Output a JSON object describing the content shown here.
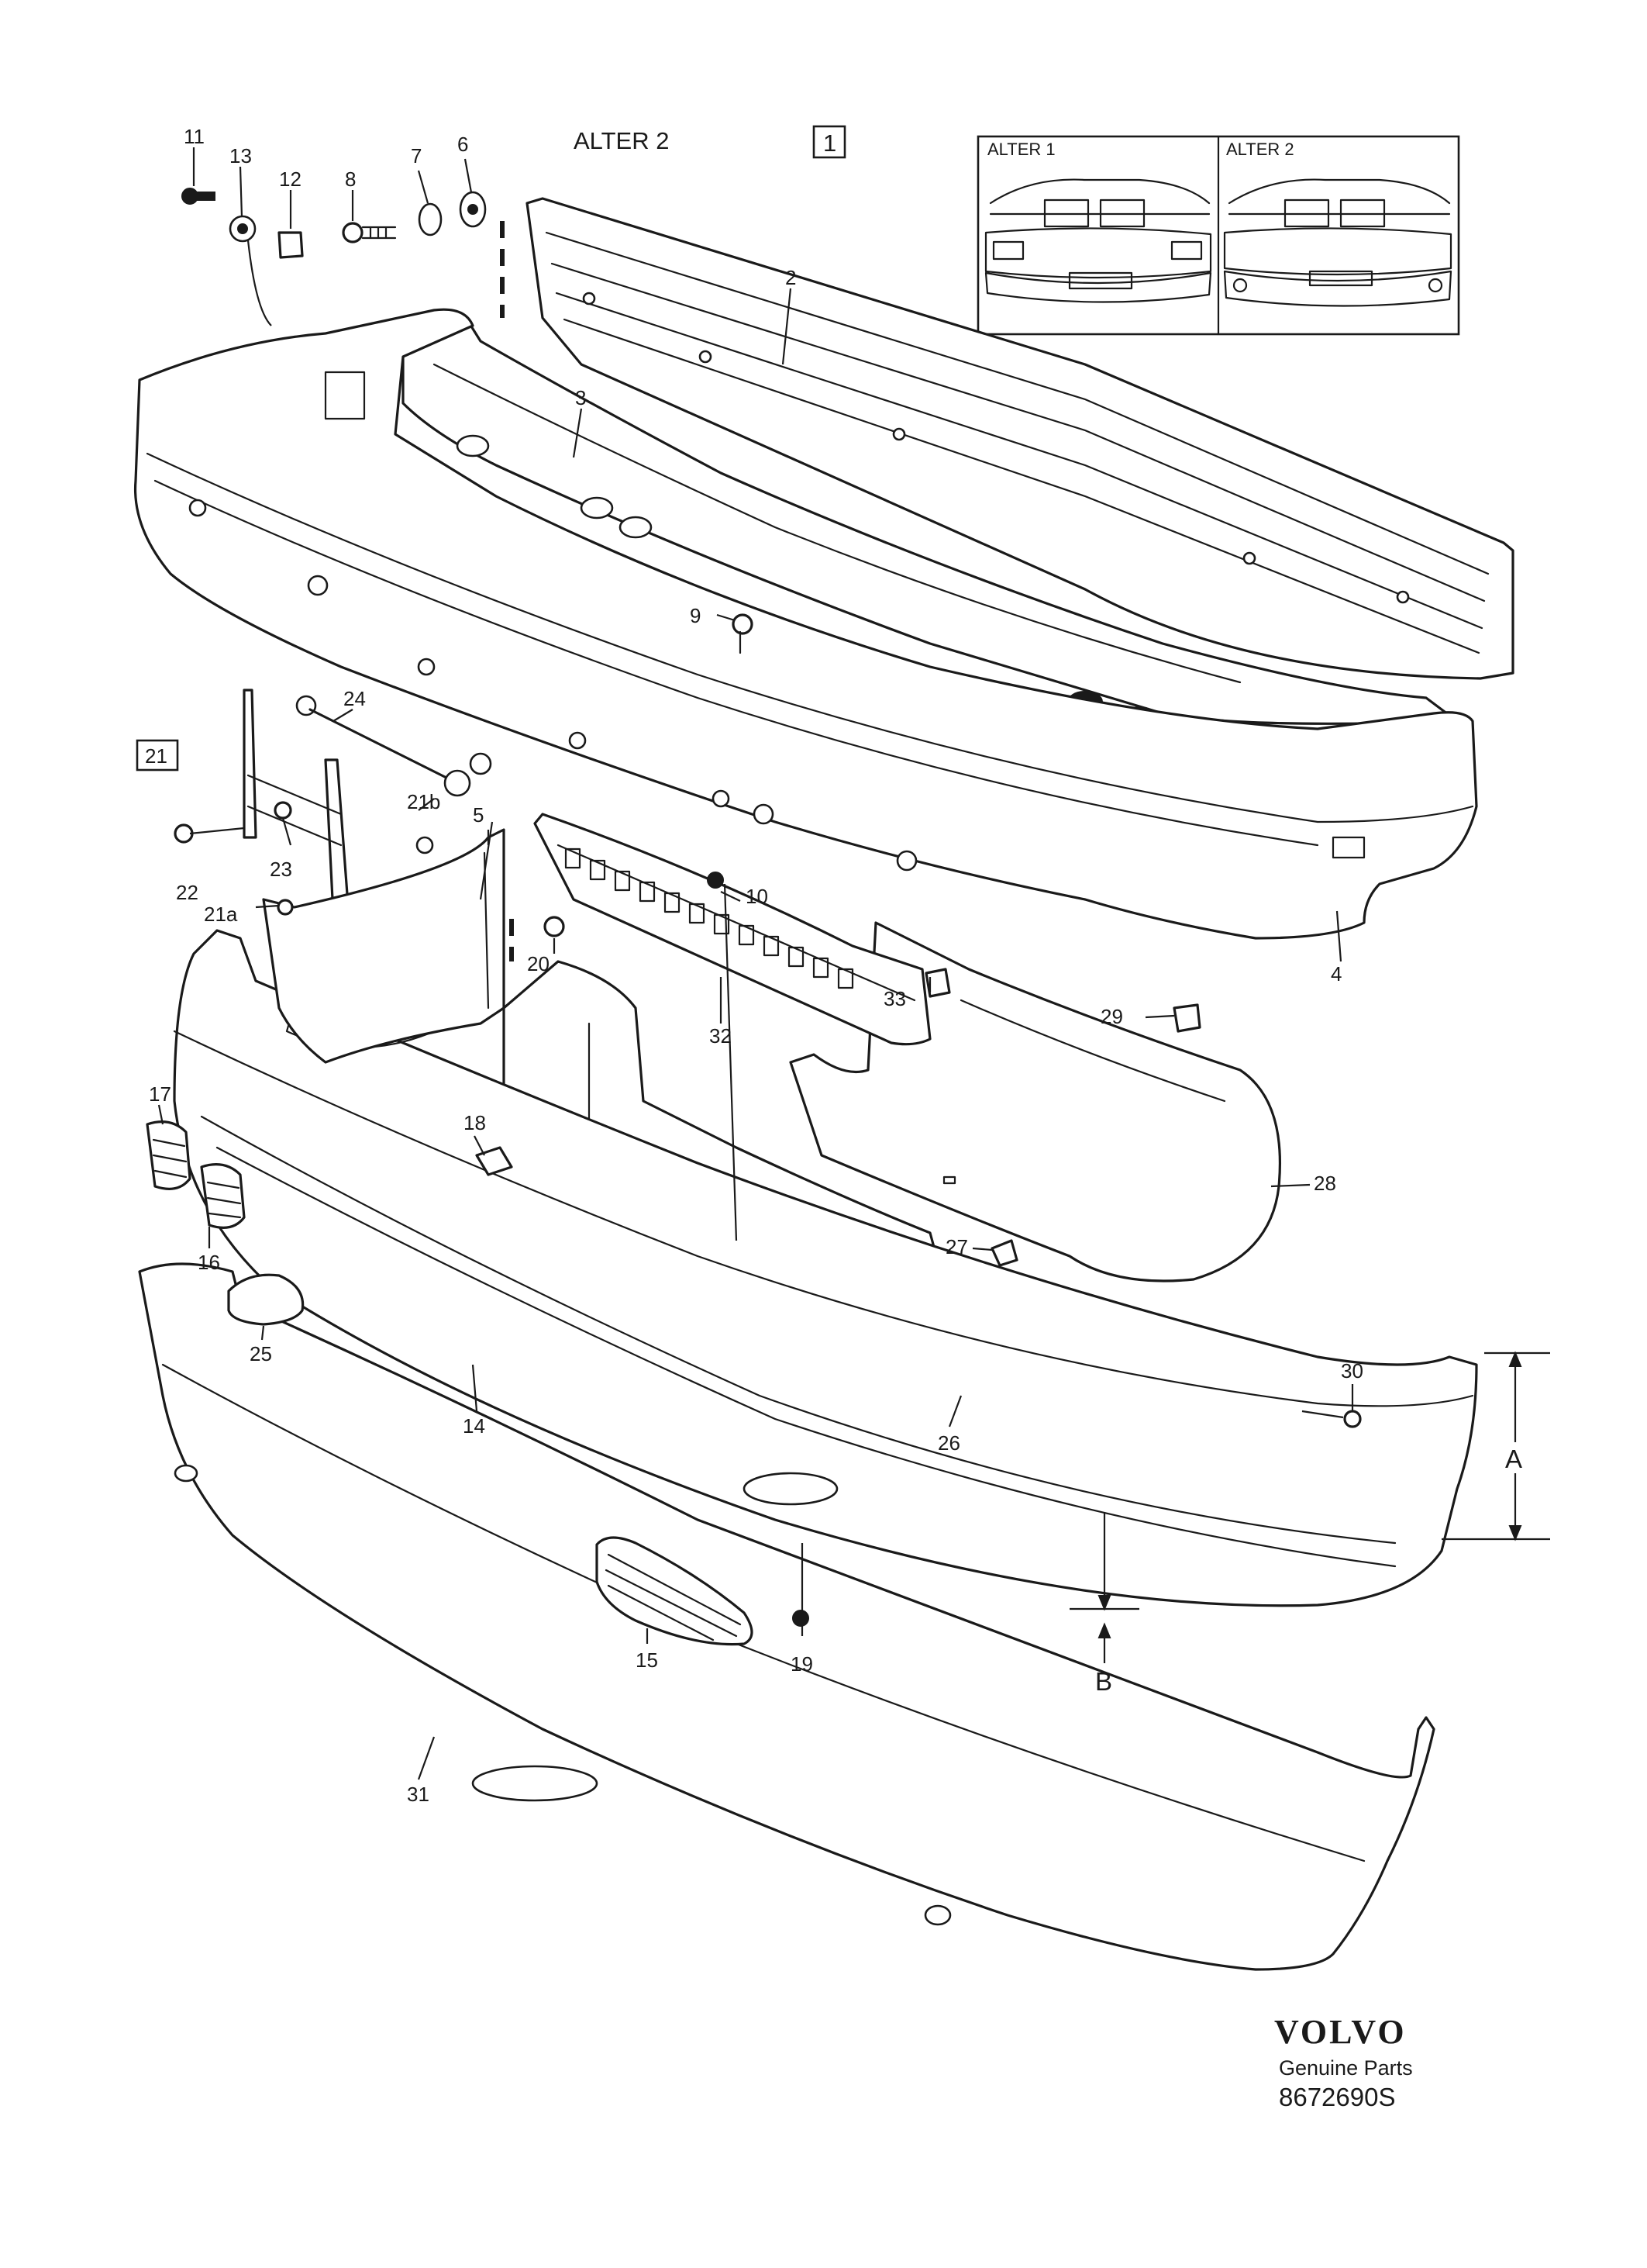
{
  "header": {
    "variant_label": "ALTER 2",
    "group_box": "1"
  },
  "inset": {
    "left_label": "ALTER 1",
    "right_label": "ALTER 2"
  },
  "callouts": {
    "c2": "2",
    "c3": "3",
    "c4": "4",
    "c5": "5",
    "c6": "6",
    "c7": "7",
    "c8": "8",
    "c9": "9",
    "c10": "10",
    "c11": "11",
    "c12": "12",
    "c13": "13",
    "c14": "14",
    "c15": "15",
    "c16": "16",
    "c17": "17",
    "c18": "18",
    "c19": "19",
    "c20": "20",
    "c21": "21",
    "c21a": "21a",
    "c21b": "21b",
    "c22": "22",
    "c23": "23",
    "c24": "24",
    "c25": "25",
    "c26": "26",
    "c27": "27",
    "c28": "28",
    "c29": "29",
    "c30": "30",
    "c31": "31",
    "c32": "32",
    "c33": "33"
  },
  "dimensions": {
    "a": "A",
    "b": "B"
  },
  "footer": {
    "brand": "VOLVO",
    "subtitle": "Genuine Parts",
    "diagram_code": "8672690S"
  }
}
